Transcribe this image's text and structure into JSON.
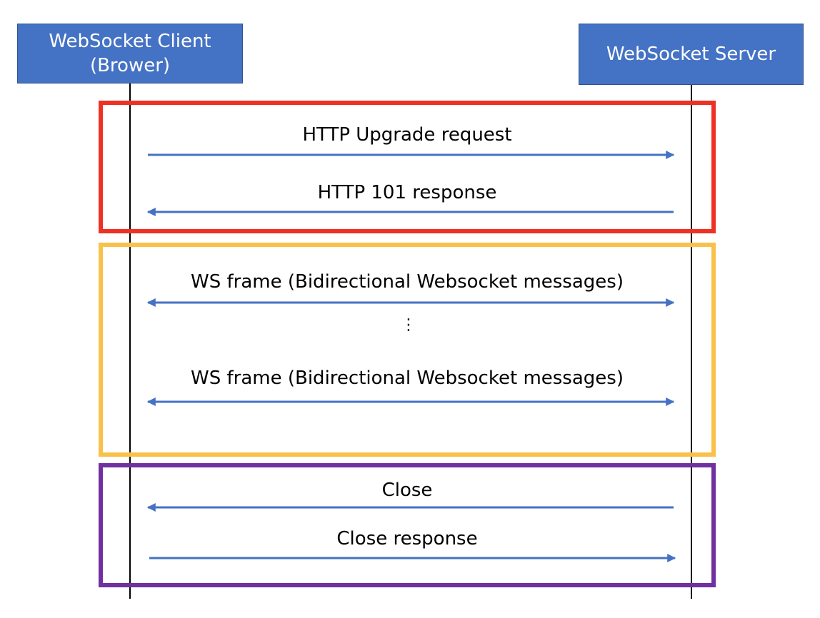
{
  "colors": {
    "actor_fill": "#4472c4",
    "arrow": "#4472c4",
    "handshake_border": "#ee3124",
    "dataframes_border": "#fac14a",
    "close_border": "#7030a0"
  },
  "actors": {
    "client": "WebSocket Client\n(Brower)",
    "server": "WebSocket Server"
  },
  "messages": {
    "upgrade": {
      "label": "HTTP Upgrade request",
      "direction": "client-to-server"
    },
    "response_101": {
      "label": "HTTP 101 response",
      "direction": "server-to-client"
    },
    "ws_frame_1": {
      "label": "WS frame (Bidirectional Websocket messages)",
      "direction": "bidirectional"
    },
    "ws_frame_2": {
      "label": "WS frame (Bidirectional Websocket messages)",
      "direction": "bidirectional"
    },
    "close": {
      "label": "Close",
      "direction": "server-to-client"
    },
    "close_response": {
      "label": "Close response",
      "direction": "client-to-server"
    }
  },
  "ellipsis": "⋮"
}
